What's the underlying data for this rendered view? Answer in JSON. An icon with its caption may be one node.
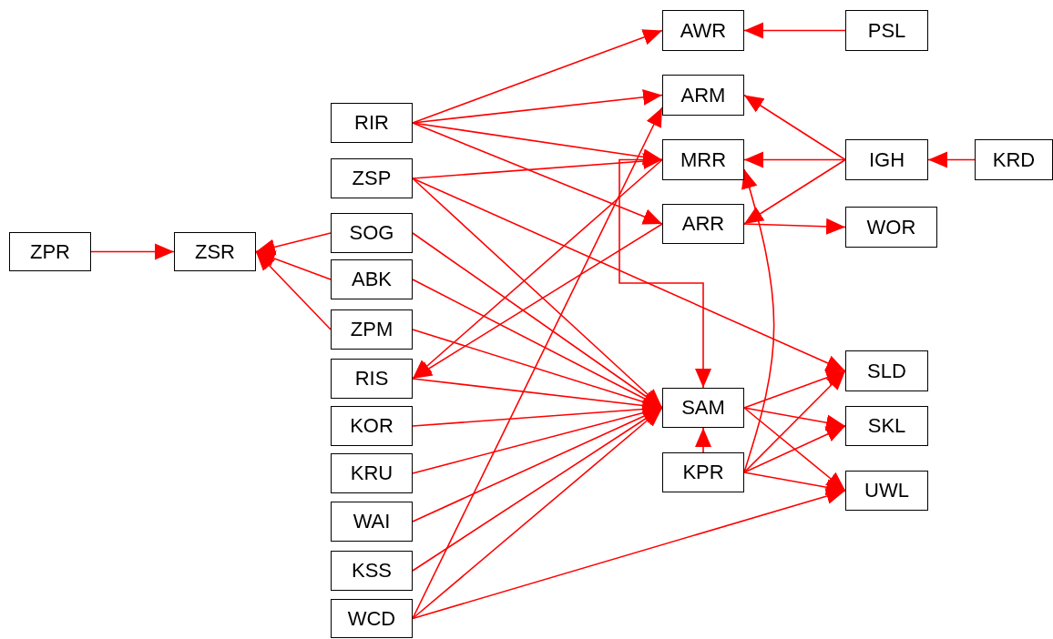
{
  "diagram": {
    "nodes": [
      {
        "text": [
          "ZPR"
        ]
      },
      {
        "text": [
          "ZSR"
        ]
      },
      {
        "text": [
          "RIR"
        ]
      },
      {
        "text": [
          "ZSP"
        ]
      },
      {
        "text": [
          "SOG"
        ]
      },
      {
        "text": [
          "ABK"
        ]
      },
      {
        "text": [
          "ZPM"
        ]
      },
      {
        "text": [
          "RIS"
        ]
      },
      {
        "text": [
          "KOR"
        ]
      },
      {
        "text": [
          "KRU"
        ]
      },
      {
        "text": [
          "WAI"
        ]
      },
      {
        "text": [
          "KSS"
        ]
      },
      {
        "text": [
          "WCD"
        ]
      },
      {
        "text": [
          "AWR"
        ]
      },
      {
        "text": [
          "ARM"
        ]
      },
      {
        "text": [
          "MRR"
        ]
      },
      {
        "text": [
          "ARR"
        ]
      },
      {
        "text": [
          "SAM"
        ]
      },
      {
        "text": [
          "KPR"
        ]
      },
      {
        "text": [
          "PSL"
        ]
      },
      {
        "text": [
          "IGH"
        ]
      },
      {
        "text": [
          "WOR"
        ]
      },
      {
        "text": [
          "SLD"
        ]
      },
      {
        "text": [
          "SKL"
        ]
      },
      {
        "text": [
          "UWL"
        ]
      },
      {
        "text": [
          "KRD"
        ]
      }
    ],
    "edges": [
      {
        "from": 0,
        "to": 1,
        "arrow": "to"
      },
      {
        "from": 4,
        "to": 1,
        "arrow": "to"
      },
      {
        "from": 5,
        "to": 1,
        "arrow": "to"
      },
      {
        "from": 6,
        "to": 1,
        "arrow": "to"
      },
      {
        "from": 2,
        "to": 13,
        "arrow": "to"
      },
      {
        "from": 2,
        "to": 14,
        "arrow": "to"
      },
      {
        "from": 2,
        "to": 15,
        "arrow": "to"
      },
      {
        "from": 2,
        "to": 16,
        "arrow": "to"
      },
      {
        "from": 3,
        "to": 15,
        "arrow": "to"
      },
      {
        "from": 3,
        "to": 17,
        "arrow": "to"
      },
      {
        "from": 3,
        "to": 22,
        "arrow": "to"
      },
      {
        "from": 15,
        "to": 17,
        "arrow": "to"
      },
      {
        "from": 4,
        "to": 17,
        "arrow": "to"
      },
      {
        "from": 5,
        "to": 17,
        "arrow": "to"
      },
      {
        "from": 6,
        "to": 17,
        "arrow": "to"
      },
      {
        "from": 7,
        "to": 17,
        "arrow": "to"
      },
      {
        "from": 8,
        "to": 17,
        "arrow": "to"
      },
      {
        "from": 9,
        "to": 17,
        "arrow": "to"
      },
      {
        "from": 10,
        "to": 17,
        "arrow": "to"
      },
      {
        "from": 11,
        "to": 17,
        "arrow": "to"
      },
      {
        "from": 12,
        "to": 17,
        "arrow": "to"
      },
      {
        "from": 15,
        "to": 7,
        "arrow": "to"
      },
      {
        "from": 16,
        "to": 7,
        "arrow": "to"
      },
      {
        "from": 12,
        "to": 14,
        "arrow": "to"
      },
      {
        "from": 12,
        "to": 24,
        "arrow": "to"
      },
      {
        "from": 19,
        "to": 13,
        "arrow": "to"
      },
      {
        "from": 20,
        "to": 14,
        "arrow": "to"
      },
      {
        "from": 20,
        "to": 15,
        "arrow": "to"
      },
      {
        "from": 20,
        "to": 16,
        "arrow": "to"
      },
      {
        "from": 25,
        "to": 20,
        "arrow": "to"
      },
      {
        "from": 16,
        "to": 21,
        "arrow": "to"
      },
      {
        "from": 17,
        "to": 22,
        "arrow": "to"
      },
      {
        "from": 17,
        "to": 23,
        "arrow": "to"
      },
      {
        "from": 17,
        "to": 24,
        "arrow": "to"
      },
      {
        "from": 18,
        "to": 17,
        "arrow": "to"
      },
      {
        "from": 18,
        "to": 22,
        "arrow": "to"
      },
      {
        "from": 18,
        "to": 23,
        "arrow": "to"
      },
      {
        "from": 18,
        "to": 24,
        "arrow": "to"
      },
      {
        "from": 18,
        "to": 15,
        "arrow": "to"
      }
    ]
  }
}
